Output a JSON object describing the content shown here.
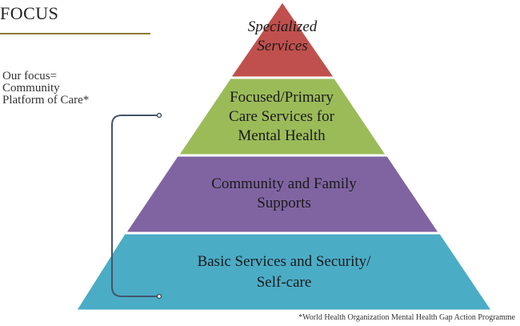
{
  "title": "FOCUS",
  "focus_note": {
    "line1": "Our focus=",
    "line2": "Community",
    "line3": "Platform of Care*"
  },
  "pyramid": {
    "tiers": [
      {
        "line1": "Specialized",
        "line2": "Services",
        "color": "#c0504d"
      },
      {
        "line1": "Focused/Primary",
        "line2": "Care Services for",
        "line3": "Mental Health",
        "color": "#9bbb59"
      },
      {
        "line1": "Community and Family",
        "line2": "Supports",
        "color": "#8064a2"
      },
      {
        "line1": "Basic Services and Security/",
        "line2": "Self-care",
        "color": "#4bacc6"
      }
    ]
  },
  "bracket_color": "#44546a",
  "footnote": "*World Health Organization Mental Health Gap Action Programme"
}
